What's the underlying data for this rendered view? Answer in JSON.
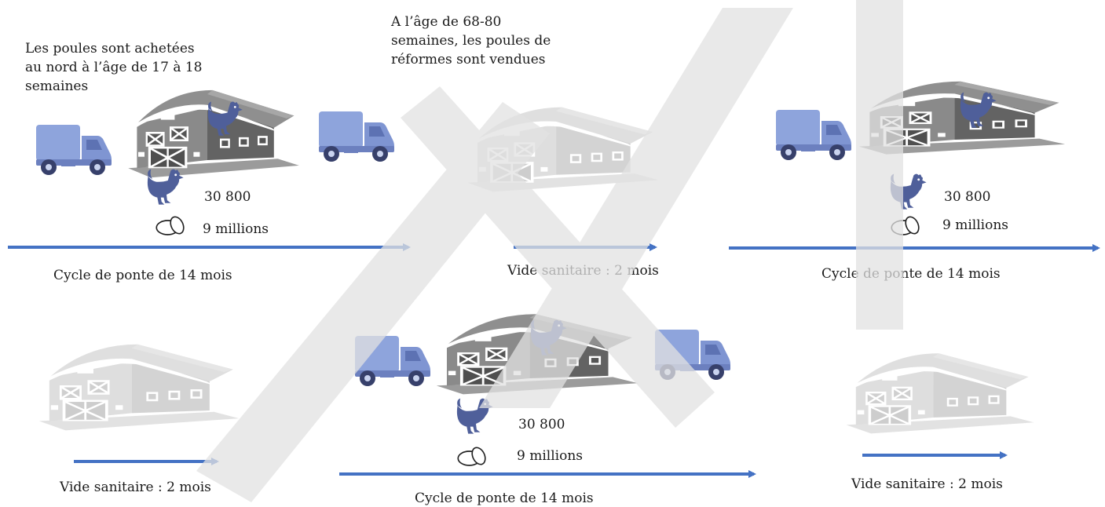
{
  "colors": {
    "truck": "#8ea4dc",
    "truck_cab": "#7f95d2",
    "barn_roof": "#8f8f8f",
    "barn_wall": "#636363",
    "barn_base": "#4f4f4f",
    "barn_faded_roof": "#e6e6e6",
    "barn_faded_wall": "#d6d6d6",
    "hen": "#4f5f9a",
    "arrow": "#4472c4",
    "watermark": "#e3e3e3"
  },
  "icons": {
    "truck": "truck-icon",
    "barn": "barn-icon",
    "hen": "hen-icon",
    "eggs": "eggs-icon",
    "arrow": "arrow-right-icon"
  },
  "notes": {
    "purchase": "Les poules sont achetées\nau nord à l’âge de 17 à 18\nsemaines",
    "reform": "A l’âge de 68-80\nsemaines, les poules de\nréformes sont vendues"
  },
  "phases": [
    {
      "label": "Cycle de ponte de 14 mois",
      "hens": "30 800",
      "eggs": "9 millions"
    },
    {
      "label": "Vide sanitaire : 2 mois"
    },
    {
      "label": "Cycle de ponte de 14 mois",
      "hens": "30 800",
      "eggs": "9 millions"
    },
    {
      "label": "Vide sanitaire : 2 mois"
    },
    {
      "label": "Cycle de ponte de 14 mois",
      "hens": "30 800",
      "eggs": "9 millions"
    },
    {
      "label": "Vide sanitaire : 2 mois"
    }
  ]
}
